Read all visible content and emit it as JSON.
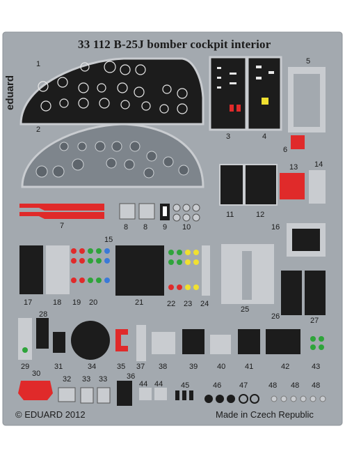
{
  "sheet": {
    "header": "33 112  B-25J bomber cockpit interior",
    "brand": "eduard",
    "copyright": "© EDUARD 2012",
    "origin": "Made in Czech Republic",
    "colors": {
      "background": "#ffffff",
      "fret": "#a3a9af",
      "part_dark": "#1c1c1c",
      "part_grey": "#c9ccd0",
      "red": "#e02a2a",
      "green": "#2ea43a",
      "yellow": "#f0e030",
      "blue": "#3a7ad8"
    }
  },
  "part_numbers": [
    "1",
    "2",
    "3",
    "4",
    "5",
    "6",
    "7",
    "8",
    "8",
    "9",
    "10",
    "11",
    "12",
    "13",
    "14",
    "15",
    "16",
    "17",
    "18",
    "19",
    "20",
    "21",
    "22",
    "23",
    "24",
    "25",
    "26",
    "27",
    "28",
    "29",
    "30",
    "31",
    "32",
    "33",
    "33",
    "34",
    "35",
    "36",
    "37",
    "38",
    "39",
    "40",
    "41",
    "42",
    "43",
    "44",
    "44",
    "45",
    "46",
    "47",
    "48",
    "48",
    "48"
  ]
}
